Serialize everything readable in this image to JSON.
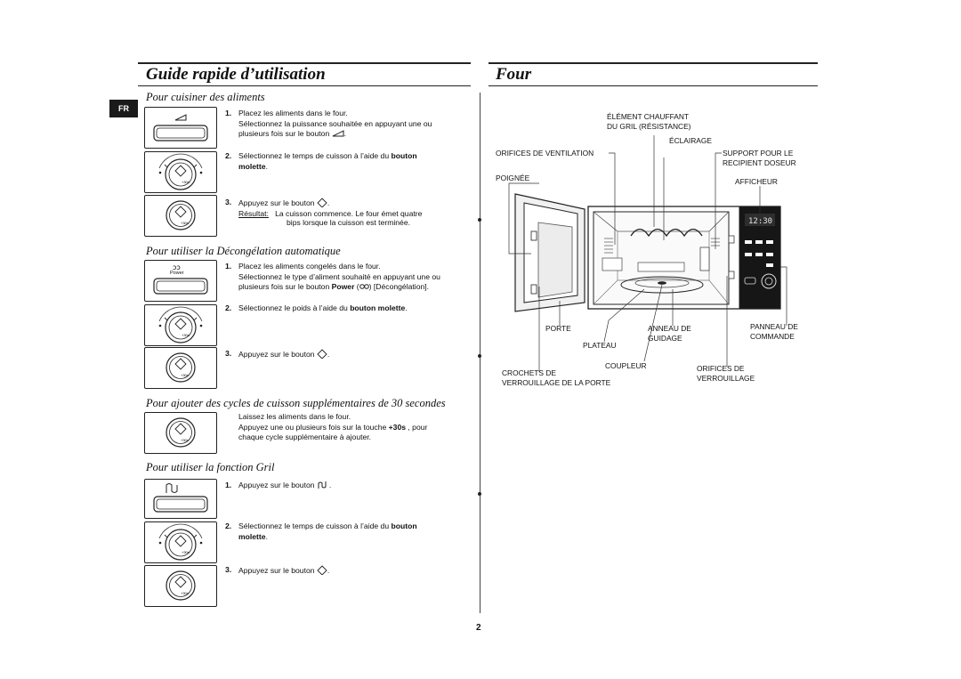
{
  "header": {
    "left_title": "Guide rapide d’utilisation",
    "right_title": "Four",
    "lang_tab": "FR",
    "page_number": "2"
  },
  "cook": {
    "title": "Pour cuisiner des aliments",
    "s1_num": "1.",
    "s1_a": "Placez les aliments dans le four.",
    "s1_b": "Sélectionnez la puissance souhaitée en appuyant une ou",
    "s1_c": "plusieurs fois sur le bouton",
    "s1_c_end": ".",
    "s2_num": "2.",
    "s2_a": "Sélectionnez le temps de cuisson à l’aide du",
    "s2_bold": "bouton",
    "s2_bold2": "molette",
    "s2_end": ".",
    "s3_num": "3.",
    "s3_a": "Appuyez sur le bouton",
    "s3_end": ".",
    "result_label": "Résultat:",
    "result_a": "La cuisson commence. Le four émet quatre",
    "result_b": "bips lorsque la cuisson est terminée."
  },
  "defrost": {
    "title": "Pour utiliser la Décongélation automatique",
    "s1_num": "1.",
    "s1_a": "Placez les aliments congelés dans le four.",
    "s1_b": "Sélectionnez le type d’aliment souhaité en appuyant une ou",
    "s1_c": "plusieurs fois sur le bouton",
    "s1_power": "Power",
    "s1_d": "[Décongélation].",
    "s2_num": "2.",
    "s2_a": "Sélectionnez le poids à l’aide du",
    "s2_bold": "bouton molette",
    "s2_end": ".",
    "s3_num": "3.",
    "s3_a": "Appuyez sur le bouton",
    "s3_end": ".",
    "panel_label": "Power"
  },
  "extra": {
    "title": "Pour ajouter des cycles de cuisson supplémentaires de 30 secondes",
    "line1": "Laissez les aliments dans le four.",
    "line2a": "Appuyez une ou plusieurs fois sur la touche",
    "line2bold": "+30s",
    "line2b": ", pour",
    "line3": "chaque cycle supplémentaire à ajouter."
  },
  "grill": {
    "title": "Pour utiliser la fonction Gril",
    "s1_num": "1.",
    "s1_a": "Appuyez sur le bouton",
    "s1_end": ".",
    "s2_num": "2.",
    "s2_a": "Sélectionnez le temps de cuisson à l’aide du",
    "s2_bold": "bouton",
    "s2_bold2": "molette",
    "s2_end": ".",
    "s3_num": "3.",
    "s3_a": "Appuyez sur le bouton",
    "s3_end": "."
  },
  "dial_text": "+ 30s",
  "oven": {
    "display_time": "12:30",
    "labels": {
      "heater_1": "ÉLÉMENT CHAUFFANT",
      "heater_2": "DU GRIL (RÉSISTANCE)",
      "lighting": "ÉCLAIRAGE",
      "vents": "ORIFICES DE VENTILATION",
      "support_1": "SUPPORT POUR LE",
      "support_2": "RECIPIENT DOSEUR",
      "handle": "POIGNÉE",
      "display": "AFFICHEUR",
      "door": "PORTE",
      "ring_1": "ANNEAU DE",
      "ring_2": "GUIDAGE",
      "panel_1": "PANNEAU DE",
      "panel_2": "COMMANDE",
      "turntable": "PLATEAU",
      "coupler": "COUPLEUR",
      "latches_1": "CROCHETS DE",
      "latches_2": "VERROUILLAGE DE LA PORTE",
      "lock_1": "ORIFICES DE",
      "lock_2": "VERROUILLAGE"
    }
  }
}
